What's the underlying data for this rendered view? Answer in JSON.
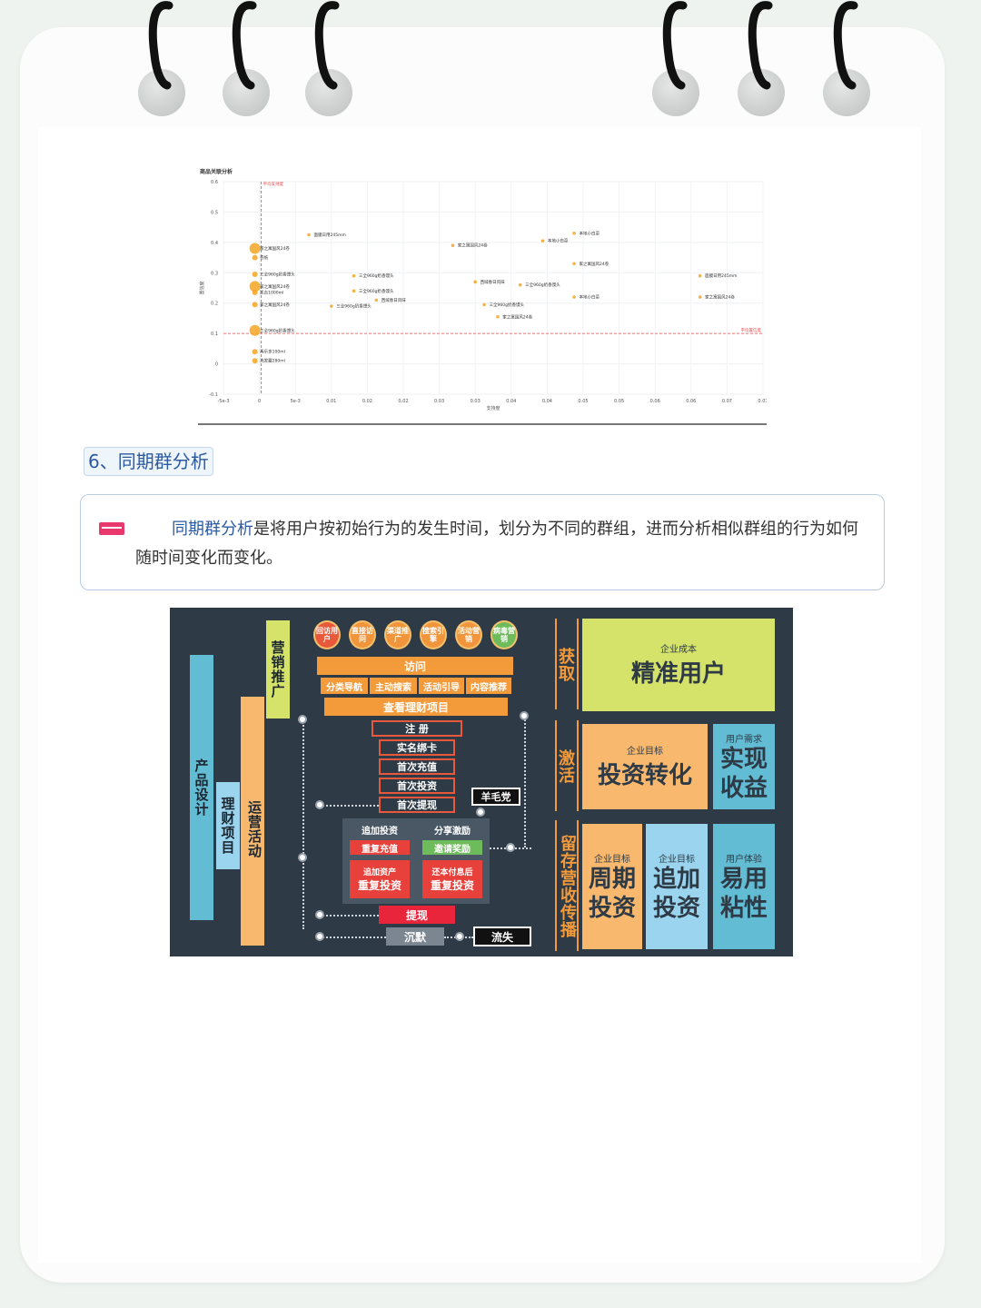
{
  "scatter": {
    "title": "商品关联分析",
    "xlabel": "支持度",
    "ylabel": "置信度",
    "avg_support_label": "平均支持度",
    "avg_conf_label": "平均置信度",
    "y_ticks": [
      "0.6",
      "0.5",
      "0.4",
      "0.3",
      "0.2",
      "0.1",
      "0",
      "-0.1"
    ],
    "x_ticks": [
      "-5e-3",
      "0",
      "5e-3",
      "0.01",
      "0.02",
      "0.02",
      "0.03",
      "0.03",
      "0.04",
      "0.04",
      "0.05",
      "0.05",
      "0.06",
      "0.06",
      "0.07",
      "0.07"
    ],
    "labels": [
      {
        "text": "家之寓国风24卷",
        "x": 0.004,
        "y": 0.38
      },
      {
        "text": "卷纸",
        "x": 0.004,
        "y": 0.35
      },
      {
        "text": "三全960g奶香馒头",
        "x": 0.004,
        "y": 0.295
      },
      {
        "text": "家之寓国风24卷",
        "x": 0.004,
        "y": 0.255
      },
      {
        "text": "凯吉1000ml",
        "x": 0.004,
        "y": 0.235
      },
      {
        "text": "家之寓国风24卷",
        "x": 0.004,
        "y": 0.195
      },
      {
        "text": "三全960g奶香馒头",
        "x": 0.004,
        "y": 0.11
      },
      {
        "text": "再乐多100ml",
        "x": 0.004,
        "y": 0.04
      },
      {
        "text": "洗发露280ml",
        "x": 0.004,
        "y": 0.01
      },
      {
        "text": "面膜日用245mm",
        "x": 0.016,
        "y": 0.425
      },
      {
        "text": "三全960g奶香馒头",
        "x": 0.026,
        "y": 0.29
      },
      {
        "text": "三全960g奶香馒头",
        "x": 0.026,
        "y": 0.24
      },
      {
        "text": "西域春日风味",
        "x": 0.031,
        "y": 0.21
      },
      {
        "text": "三全960g奶香馒头",
        "x": 0.021,
        "y": 0.19
      },
      {
        "text": "家之寓国风24卷",
        "x": 0.048,
        "y": 0.39
      },
      {
        "text": "西域春日风味",
        "x": 0.053,
        "y": 0.27
      },
      {
        "text": "三全960g奶香馒头",
        "x": 0.055,
        "y": 0.195
      },
      {
        "text": "家之寓国风24卷",
        "x": 0.058,
        "y": 0.155
      },
      {
        "text": "本地小白菜",
        "x": 0.068,
        "y": 0.405
      },
      {
        "text": "三全960g奶香馒头",
        "x": 0.063,
        "y": 0.26
      },
      {
        "text": "本地小白菜",
        "x": 0.075,
        "y": 0.43
      },
      {
        "text": "家之寓国风24卷",
        "x": 0.075,
        "y": 0.33
      },
      {
        "text": "本地小白菜",
        "x": 0.075,
        "y": 0.22
      },
      {
        "text": "面膜日用245mm",
        "x": 0.103,
        "y": 0.29
      },
      {
        "text": "家之寓国风24卷",
        "x": 0.103,
        "y": 0.22
      }
    ],
    "bubble_color": "#f5a623",
    "avg_line_color": "#e84a4a"
  },
  "section": {
    "title": "6、同期群分析"
  },
  "quote": {
    "highlight": "同期群分析",
    "text": "是将用户按初始行为的发生时间，划分为不同的群组，进而分析相似群组的行为如何随时间变化而变化。"
  },
  "flow": {
    "left_pillars": [
      "产品设计",
      "理财项目",
      "运营活动",
      "营销推广"
    ],
    "sources": [
      "回访用户",
      "直接访问",
      "渠道推广",
      "搜索引擎",
      "活动营销",
      "病毒营销"
    ],
    "visit": "访问",
    "subnav": [
      "分类导航",
      "主动搜索",
      "活动引导",
      "内容推荐"
    ],
    "view": "查看理财项目",
    "funnel": [
      "注 册",
      "实名绑卡",
      "首次充值",
      "首次投资",
      "首次提现"
    ],
    "wool": "羊毛党",
    "add_invest": "追加投资",
    "share": "分享激励",
    "recharge": "重复充值",
    "invite": "邀请奖励",
    "add_asset_1": "追加资产",
    "add_asset_2": "重复投资",
    "repay_1": "还本付息后",
    "repay_2": "重复投资",
    "withdraw": "提现",
    "silent": "沉默",
    "churn": "流失",
    "stages": [
      "获取",
      "激活",
      "留存营收传播"
    ],
    "acquire": {
      "sub": "企业成本",
      "main": "精准用户"
    },
    "activate": {
      "sub": "企业目标",
      "main": "投资转化"
    },
    "realize": {
      "sub": "用户需求",
      "main": "实现收益"
    },
    "cycle": {
      "sub": "企业目标",
      "main": "周期投资"
    },
    "addi": {
      "sub": "企业目标",
      "main": "追加投资"
    },
    "sticky": {
      "sub": "用户体验",
      "main": "易用粘性"
    }
  }
}
